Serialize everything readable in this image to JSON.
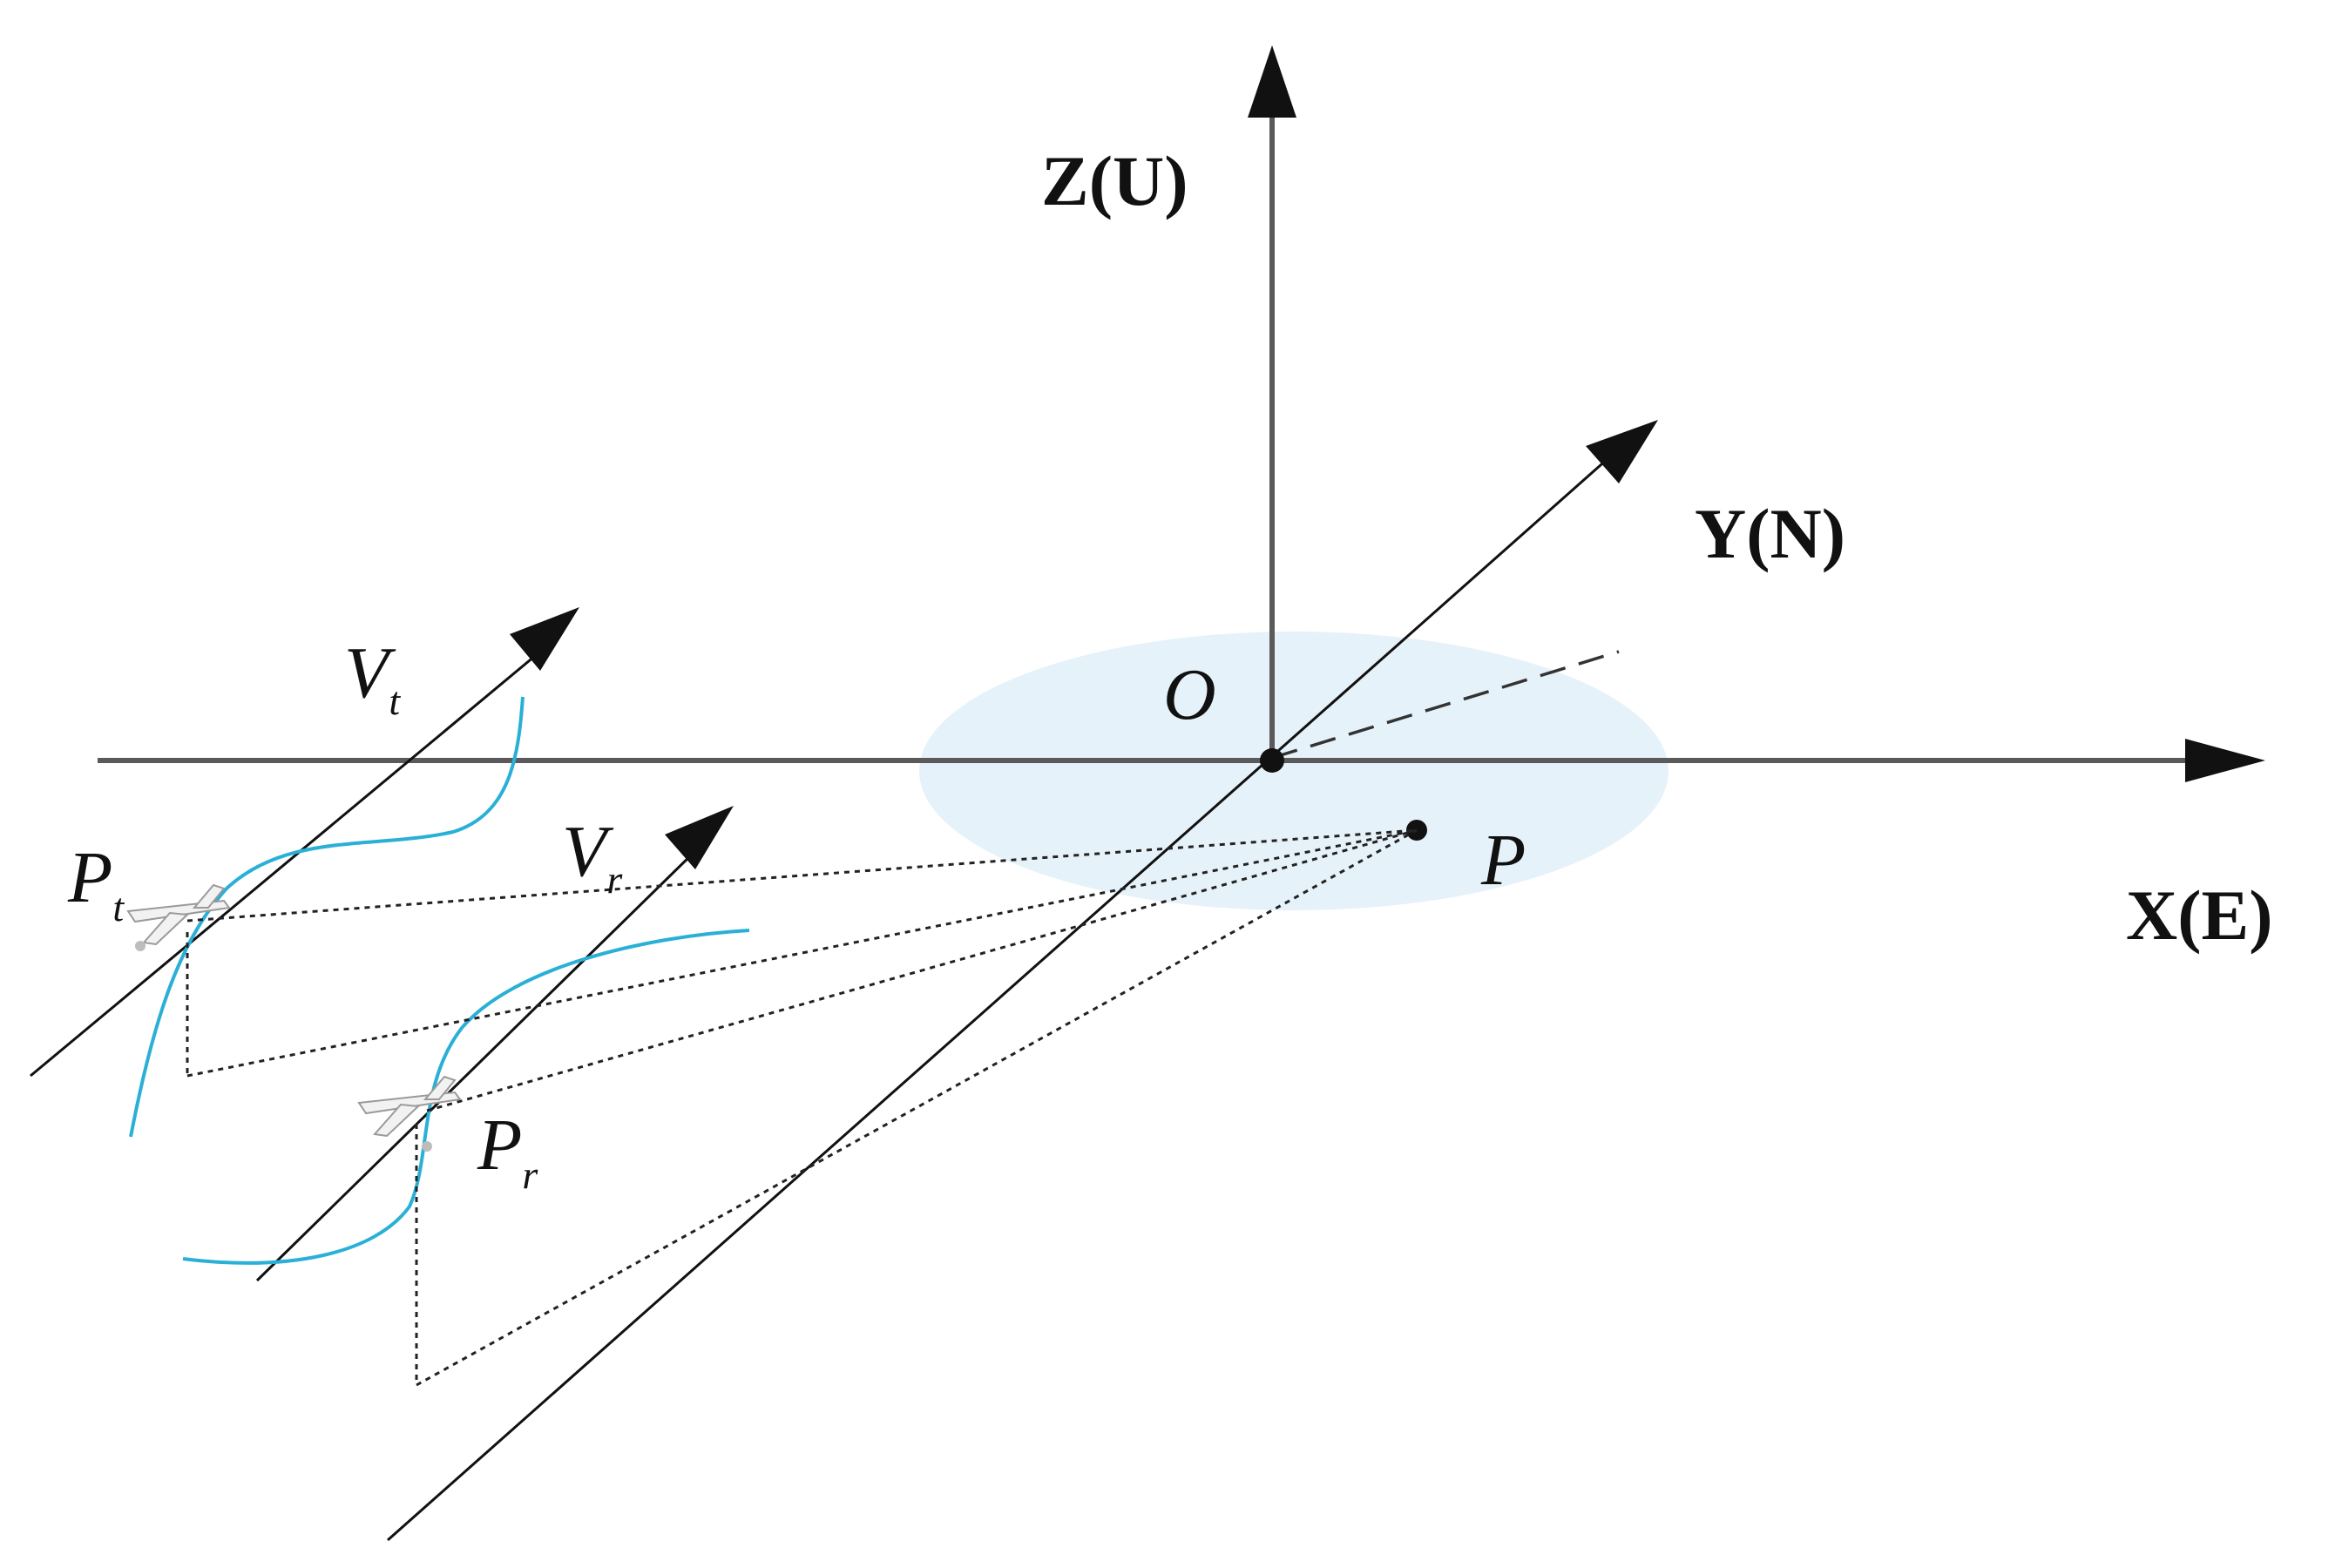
{
  "labels": {
    "z_axis": "Z(U)",
    "y_axis": "Y(N)",
    "x_axis": "X(E)",
    "origin": "O",
    "target_point": "P",
    "transmitter_position": {
      "main": "P",
      "sub": "t"
    },
    "receiver_position": {
      "main": "P",
      "sub": "r"
    },
    "transmitter_velocity": {
      "main": "V",
      "sub": "t"
    },
    "receiver_velocity": {
      "main": "V",
      "sub": "r"
    }
  },
  "colors": {
    "scene_ellipse": "#e6f2f9",
    "trajectory": "#2ab0d6",
    "axis": "#5a5a5a",
    "line": "#111111"
  }
}
